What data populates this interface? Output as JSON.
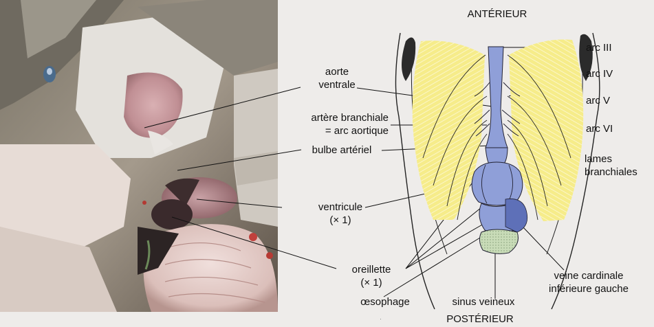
{
  "orientation": {
    "top": "ANTÉRIEUR",
    "bottom": "POSTÉRIEUR"
  },
  "labels": {
    "aorte_ventrale": [
      "aorte",
      "ventrale"
    ],
    "artere_branchiale": [
      "artère branchiale",
      "= arc aortique"
    ],
    "bulbe_arteriel": "bulbe artériel",
    "ventricule": [
      "ventricule",
      "(× 1)"
    ],
    "oreillette": [
      "oreillette",
      "(× 1)"
    ],
    "oesophage": "œsophage",
    "sinus_veineux": "sinus veineux",
    "veine_cardinale": [
      "veine cardinale",
      "inférieure gauche"
    ],
    "arc_III": "arc III",
    "arc_IV": "arc IV",
    "arc_V": "arc V",
    "arc_VI": "arc VI",
    "lames_branchiales": [
      "lames",
      "branchiales"
    ]
  },
  "colors": {
    "heart_blue": "#8f9fd8",
    "gill_yellow": "#f6ec8a",
    "sinus_green": "#c9dcb8",
    "photo_pink": "#c9a2a6",
    "background": "#eeecea"
  }
}
